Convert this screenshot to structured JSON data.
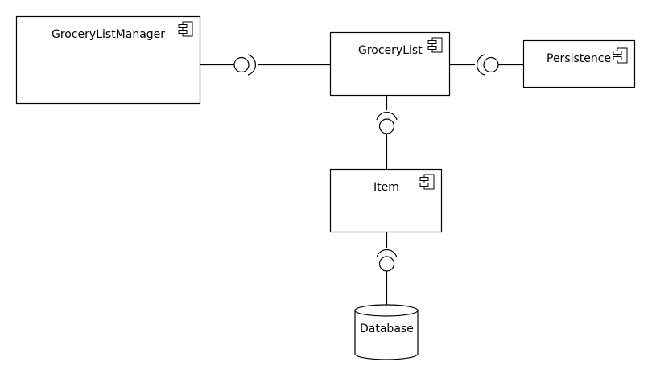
{
  "diagram": {
    "type": "uml-component-diagram",
    "components": {
      "grocery_list_manager": {
        "label": "GroceryListManager",
        "icon": "component-icon"
      },
      "grocery_list": {
        "label": "GroceryList",
        "icon": "component-icon"
      },
      "persistence": {
        "label": "Persistence",
        "icon": "component-icon"
      },
      "item": {
        "label": "Item",
        "icon": "component-icon"
      }
    },
    "database": {
      "label": "Database",
      "icon": "cylinder"
    },
    "connections": [
      {
        "from": "GroceryListManager",
        "to": "GroceryList",
        "kind": "ball-and-socket"
      },
      {
        "from": "GroceryList",
        "to": "Persistence",
        "kind": "ball-and-socket"
      },
      {
        "from": "GroceryList",
        "to": "Item",
        "kind": "ball-and-socket"
      },
      {
        "from": "Item",
        "to": "Database",
        "kind": "ball-and-socket"
      }
    ],
    "colors": {
      "stroke": "#000000",
      "fill": "#ffffff"
    }
  }
}
